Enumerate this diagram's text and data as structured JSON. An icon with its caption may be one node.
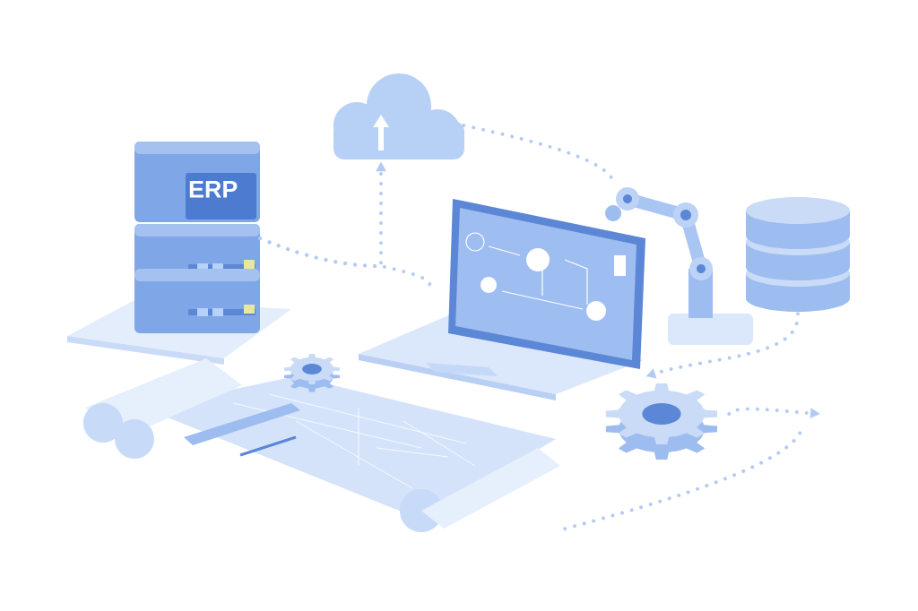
{
  "diagram": {
    "nodes": [
      {
        "text": [
          "ERP"
        ]
      },
      {
        "text": [],
        "shape": "cloud"
      },
      {
        "text": [],
        "shape": "picture"
      },
      {
        "text": [],
        "shape": "picture"
      },
      {
        "text": [],
        "shape": "cylinder"
      },
      {
        "text": [],
        "shape": "picture"
      },
      {
        "text": [],
        "shape": "gear"
      }
    ],
    "edges": [
      {
        "from": 0,
        "to": 1,
        "arrow": "to"
      },
      {
        "from": 1,
        "to": 3,
        "arrow": "none"
      },
      {
        "from": 0,
        "to": 2,
        "arrow": "none"
      },
      {
        "from": 4,
        "to": 2,
        "arrow": "to"
      },
      {
        "from": 6,
        "to": null,
        "arrow": "to"
      },
      {
        "from": 5,
        "to": null,
        "arrow": "none"
      }
    ]
  }
}
